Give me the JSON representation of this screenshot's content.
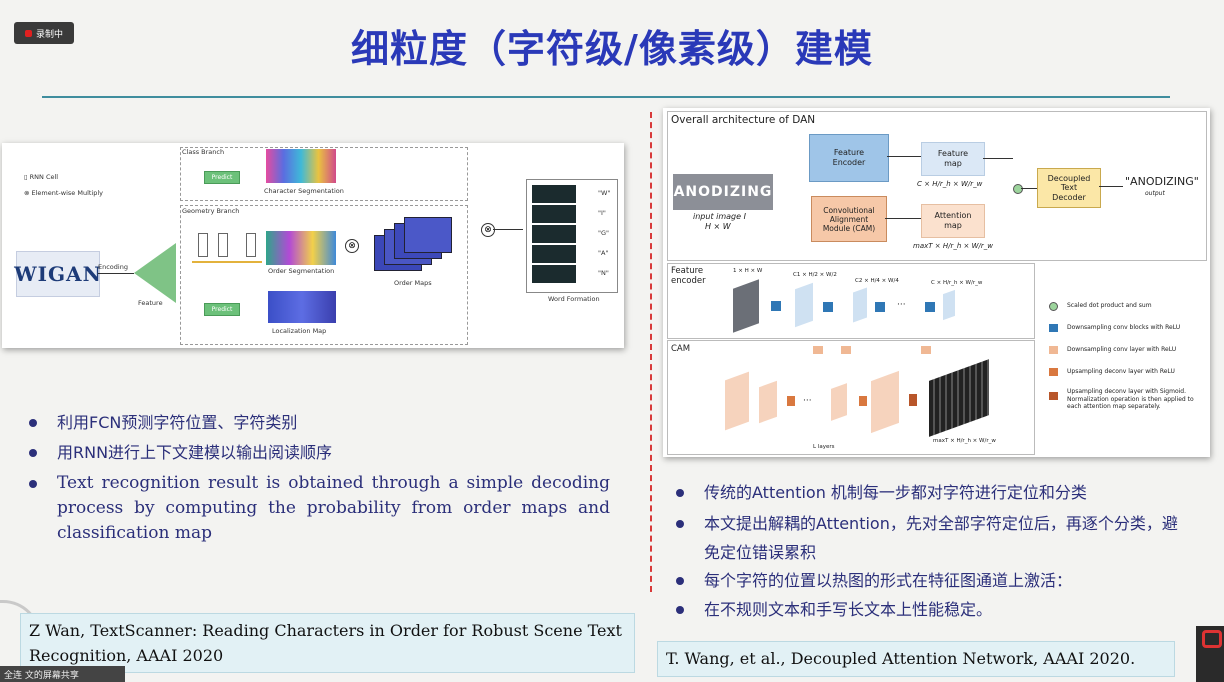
{
  "recording_badge": "录制中",
  "slide": {
    "title": "细粒度（字符级/像素级）建模"
  },
  "left_figure": {
    "legend": [
      "RNN Cell",
      "Element-wise Multiply"
    ],
    "input_word": "WIGAN",
    "encoding_label": "Encoding",
    "feature_label": "Feature",
    "class_branch": "Class Branch",
    "geometry_branch": "Geometry Branch",
    "predict_labels": [
      "Predict",
      "Predict"
    ],
    "char_seg_label": "Character Segmentation",
    "order_seg_label": "Order Segmentation",
    "loc_map_label": "Localization Map",
    "order_maps_label": "Order Maps",
    "word_formation_label": "Word Formation",
    "outputs": [
      "\"W\"",
      "\"I\"",
      "\"G\"",
      "\"A\"",
      "\"N\""
    ]
  },
  "right_figure": {
    "title": "Overall architecture of DAN",
    "input_word": "ANODIZING",
    "input_caption_1": "input image I",
    "input_caption_2": "H × W",
    "feature_encoder": "Feature\nEncoder",
    "feature_map": "Feature\nmap",
    "feature_map_dim": "C × H/r_h × W/r_w",
    "cam_box": "Convolutional\nAlignment\nModule (CAM)",
    "attention_map": "Attention\nmap",
    "attention_dim": "maxT × H/r_h × W/r_w",
    "decoder": "Decoupled\nText\nDecoder",
    "output_text": "\"ANODIZING\"",
    "output_caption": "output",
    "feature_encoder_label": "Feature\nencoder",
    "cam_label": "CAM",
    "enc_dims": [
      "1 × H × W",
      "C1 × H/2 × W/2",
      "C2 × H/4 × W/4",
      "C × H/r_h × W/r_w"
    ],
    "layers_label": "L layers",
    "cam_out_dim": "maxT × H/r_h × W/r_w",
    "legend": [
      {
        "label": "Scaled dot product and sum",
        "color": "#9cd49c"
      },
      {
        "label": "Downsampling conv blocks with ReLU",
        "color": "#2f77b5"
      },
      {
        "label": "Downsampling conv layer with ReLU",
        "color": "#f0b894"
      },
      {
        "label": "Upsampling deconv layer with ReLU",
        "color": "#d9783f"
      },
      {
        "label": "Upsampling deconv layer with Sigmoid. Normalization operation is then applied to each attention map separately.",
        "color": "#b8562a"
      }
    ]
  },
  "left_bullets": [
    "利用FCN预测字符位置、字符类别",
    "用RNN进行上下文建模以输出阅读顺序",
    "Text recognition result is obtained through a simple decoding process by computing the probability from order maps and classification map"
  ],
  "right_bullets": [
    "传统的Attention 机制每一步都对字符进行定位和分类",
    "本文提出解耦的Attention，先对全部字符定位后，再逐个分类，避免定位错误累积",
    "每个字符的位置以热图的形式在特征图通道上激活：",
    "在不规则文本和手写长文本上性能稳定。"
  ],
  "citations": {
    "left": "Z Wan, TextScanner: Reading Characters in Order for Robust Scene Text Recognition, AAAI 2020",
    "right": "T. Wang, et al., Decoupled Attention Network, AAAI 2020."
  },
  "share_bar": "全连 文的屏幕共享"
}
